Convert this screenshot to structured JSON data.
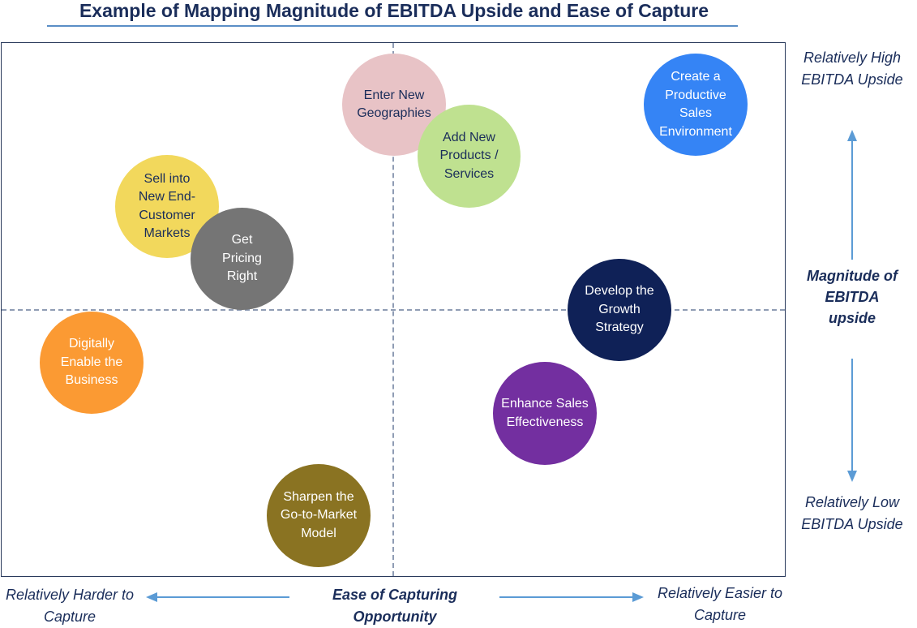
{
  "title": "Example of Mapping Magnitude of EBITDA Upside and Ease of Capture",
  "bubbles": {
    "enter_geo": "Enter New Geographies",
    "create_sales_env": "Create a Productive Sales Environment",
    "add_products": "Add New Products / Services",
    "sell_markets": "Sell into New End-Customer Markets",
    "pricing": "Get Pricing Right",
    "growth_strategy": "Develop the Growth Strategy",
    "digital": "Digitally Enable the Business",
    "sales_effectiveness": "Enhance Sales Effectiveness",
    "gtm_model": "Sharpen the Go-to-Market Model"
  },
  "bubble_colors": {
    "enter_geo": "#e8c3c6",
    "create_sales_env": "#3584f5",
    "add_products": "#bfe190",
    "sell_markets": "#f2d85c",
    "pricing": "#757575",
    "growth_strategy": "#0f2157",
    "digital": "#fb9a33",
    "sales_effectiveness": "#732fa0",
    "gtm_model": "#8a7322"
  },
  "y_axis": {
    "high": "Relatively High EBITDA Upside",
    "label": "Magnitude of EBITDA upside",
    "low": "Relatively Low EBITDA Upside"
  },
  "x_axis": {
    "harder": "Relatively Harder to Capture",
    "label": "Ease of Capturing Opportunity",
    "easier": "Relatively Easier to Capture"
  },
  "colors": {
    "title": "#1a2d5a",
    "arrow": "#5b9bd5",
    "dash": "#8f9cb4"
  }
}
